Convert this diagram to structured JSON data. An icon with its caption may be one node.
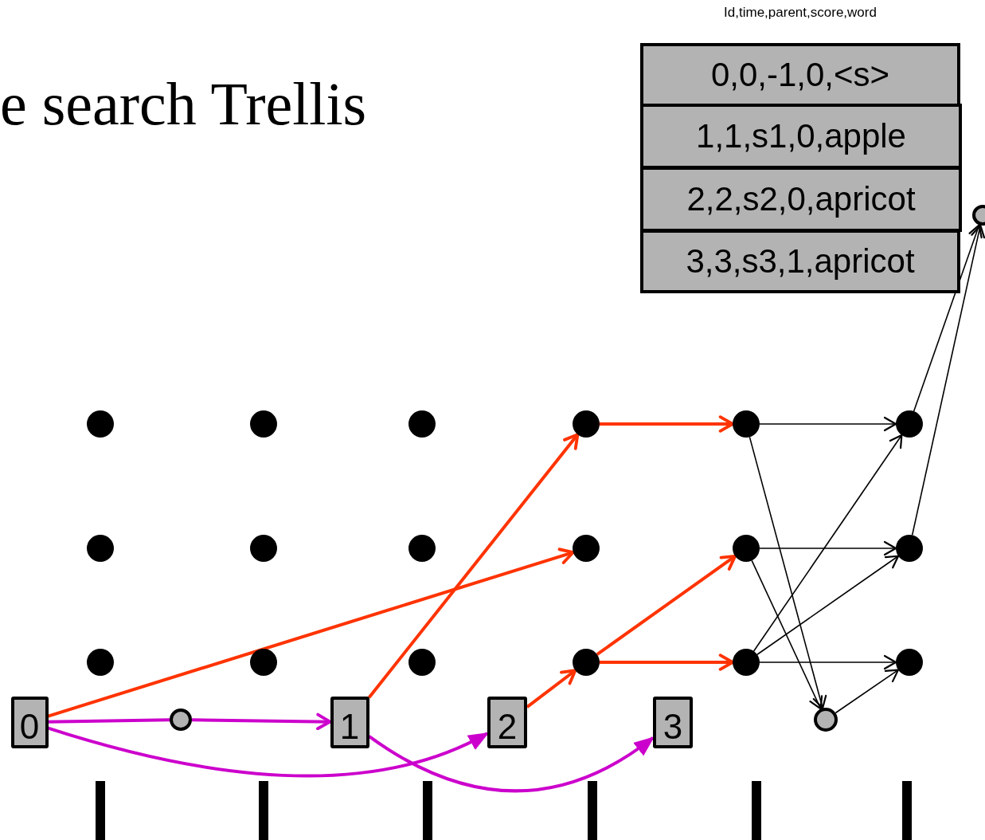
{
  "diagram": {
    "title": "e search Trellis",
    "nodes": [
      {
        "text": [
          "Id,time,parent,score,word"
        ]
      },
      {
        "text": [
          "0,0,-1,0,<s>"
        ],
        "in": 0
      },
      {
        "text": [
          "1,1,s1,0,apple"
        ],
        "in": 0
      },
      {
        "text": [
          "2,2,s2,0,apricot"
        ],
        "in": 0
      },
      {
        "text": [
          "3,3,s3,1,apricot"
        ],
        "in": 0
      },
      {
        "text": [],
        "shape": "circle"
      },
      {
        "text": [],
        "shape": "circle"
      },
      {
        "text": [],
        "shape": "circle"
      },
      {
        "text": [],
        "shape": "circle"
      },
      {
        "text": [],
        "shape": "circle"
      },
      {
        "text": [],
        "shape": "circle"
      },
      {
        "text": [],
        "shape": "circle"
      },
      {
        "text": [],
        "shape": "circle"
      },
      {
        "text": [],
        "shape": "circle"
      },
      {
        "text": [],
        "shape": "circle"
      },
      {
        "text": [],
        "shape": "circle"
      },
      {
        "text": [],
        "shape": "circle"
      },
      {
        "text": [],
        "shape": "circle"
      },
      {
        "text": [],
        "shape": "circle"
      },
      {
        "text": [],
        "shape": "circle"
      },
      {
        "text": [],
        "shape": "circle"
      },
      {
        "text": [],
        "shape": "circle"
      },
      {
        "text": [],
        "shape": "circle"
      },
      {
        "text": [],
        "shape": "circle"
      },
      {
        "text": [
          "0"
        ]
      },
      {
        "text": [],
        "shape": "circle"
      },
      {
        "text": [
          "1"
        ]
      },
      {
        "text": [
          "2"
        ]
      },
      {
        "text": [
          "3"
        ]
      },
      {
        "text": [],
        "shape": "circle"
      }
    ],
    "edges": [
      {
        "from": 24,
        "to": 15,
        "arrow": "to",
        "style": "thick",
        "color": "#ff3300"
      },
      {
        "from": 26,
        "to": 9,
        "arrow": "to",
        "style": "thick",
        "color": "#ff3300"
      },
      {
        "from": 27,
        "to": 21,
        "arrow": "to",
        "style": "thick",
        "color": "#ff3300"
      },
      {
        "from": 9,
        "to": 10,
        "arrow": "to",
        "style": "thick",
        "color": "#ff3300"
      },
      {
        "from": 21,
        "to": 16,
        "arrow": "to",
        "style": "thick",
        "color": "#ff3300"
      },
      {
        "from": 21,
        "to": 22,
        "arrow": "to",
        "style": "thick",
        "color": "#ff3300"
      },
      {
        "from": 24,
        "to": 25,
        "arrow": "none",
        "style": "thick",
        "color": "#cc00cc"
      },
      {
        "from": 25,
        "to": 26,
        "arrow": "to",
        "style": "thick",
        "color": "#cc00cc"
      },
      {
        "from": 24,
        "to": 27,
        "arrow": "to",
        "style": "thick",
        "color": "#cc00cc"
      },
      {
        "from": 26,
        "to": 28,
        "arrow": "to",
        "style": "thick",
        "color": "#cc00cc"
      },
      {
        "from": 10,
        "to": 11,
        "arrow": "to"
      },
      {
        "from": 10,
        "to": 29,
        "arrow": "to"
      },
      {
        "from": 16,
        "to": 17,
        "arrow": "to"
      },
      {
        "from": 16,
        "to": 29,
        "arrow": "to"
      },
      {
        "from": 22,
        "to": 11,
        "arrow": "to"
      },
      {
        "from": 22,
        "to": 17,
        "arrow": "to"
      },
      {
        "from": 22,
        "to": 23,
        "arrow": "to"
      },
      {
        "from": 29,
        "to": 23,
        "arrow": "to"
      },
      {
        "from": 11,
        "to": 5,
        "arrow": "to"
      },
      {
        "from": 17,
        "to": 5,
        "arrow": "to"
      }
    ]
  }
}
